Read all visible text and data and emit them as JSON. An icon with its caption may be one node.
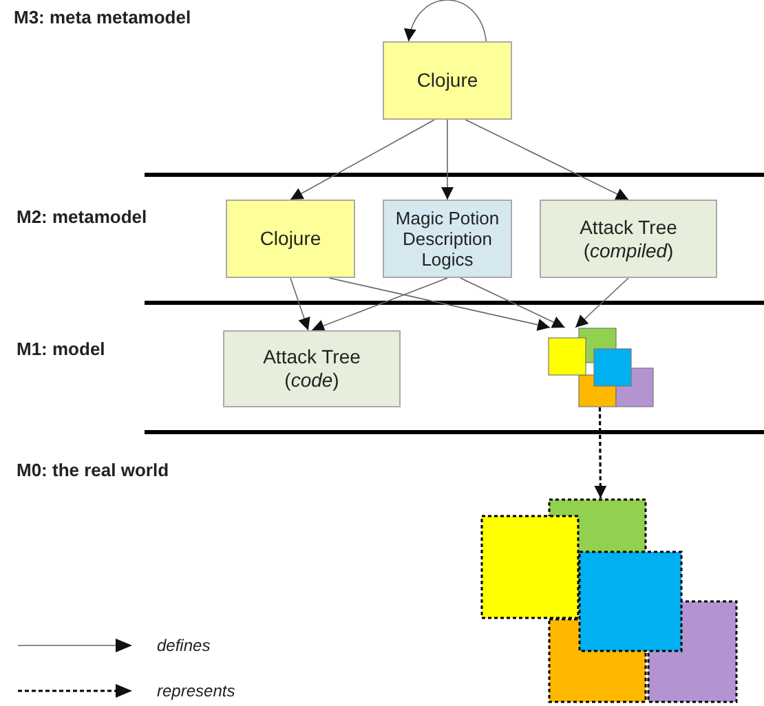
{
  "diagram": {
    "nodes": [
      {
        "text": [
          "Clojure"
        ]
      },
      {
        "text": [
          "Clojure"
        ]
      },
      {
        "text": [
          "Magic Potion Description Logics"
        ]
      },
      {
        "text": [
          "Attack Tree (*compiled*)"
        ]
      },
      {
        "text": [
          "Attack Tree (*code*)"
        ]
      },
      {
        "text": [],
        "shape": "picture"
      },
      {
        "text": [],
        "shape": "picture"
      }
    ],
    "edges": [
      {
        "from": 0,
        "to": 0,
        "arrow": "to"
      },
      {
        "from": 0,
        "to": 1,
        "arrow": "to"
      },
      {
        "from": 0,
        "to": 2,
        "arrow": "to"
      },
      {
        "from": 0,
        "to": 3,
        "arrow": "to"
      },
      {
        "from": 1,
        "to": 4,
        "arrow": "to"
      },
      {
        "from": 1,
        "to": 5,
        "arrow": "to"
      },
      {
        "from": 2,
        "to": 4,
        "arrow": "to"
      },
      {
        "from": 2,
        "to": 5,
        "arrow": "to"
      },
      {
        "from": 3,
        "to": 5,
        "arrow": "to"
      },
      {
        "from": 5,
        "to": 6,
        "arrow": "to",
        "style": "dashed",
        "color": "#000000"
      }
    ],
    "labels": [
      "M3: meta metamodel",
      "M2: metamodel",
      "M1: model",
      "M0: the real world"
    ],
    "legend": [
      {
        "text": "defines"
      },
      {
        "text": "represents"
      }
    ]
  }
}
